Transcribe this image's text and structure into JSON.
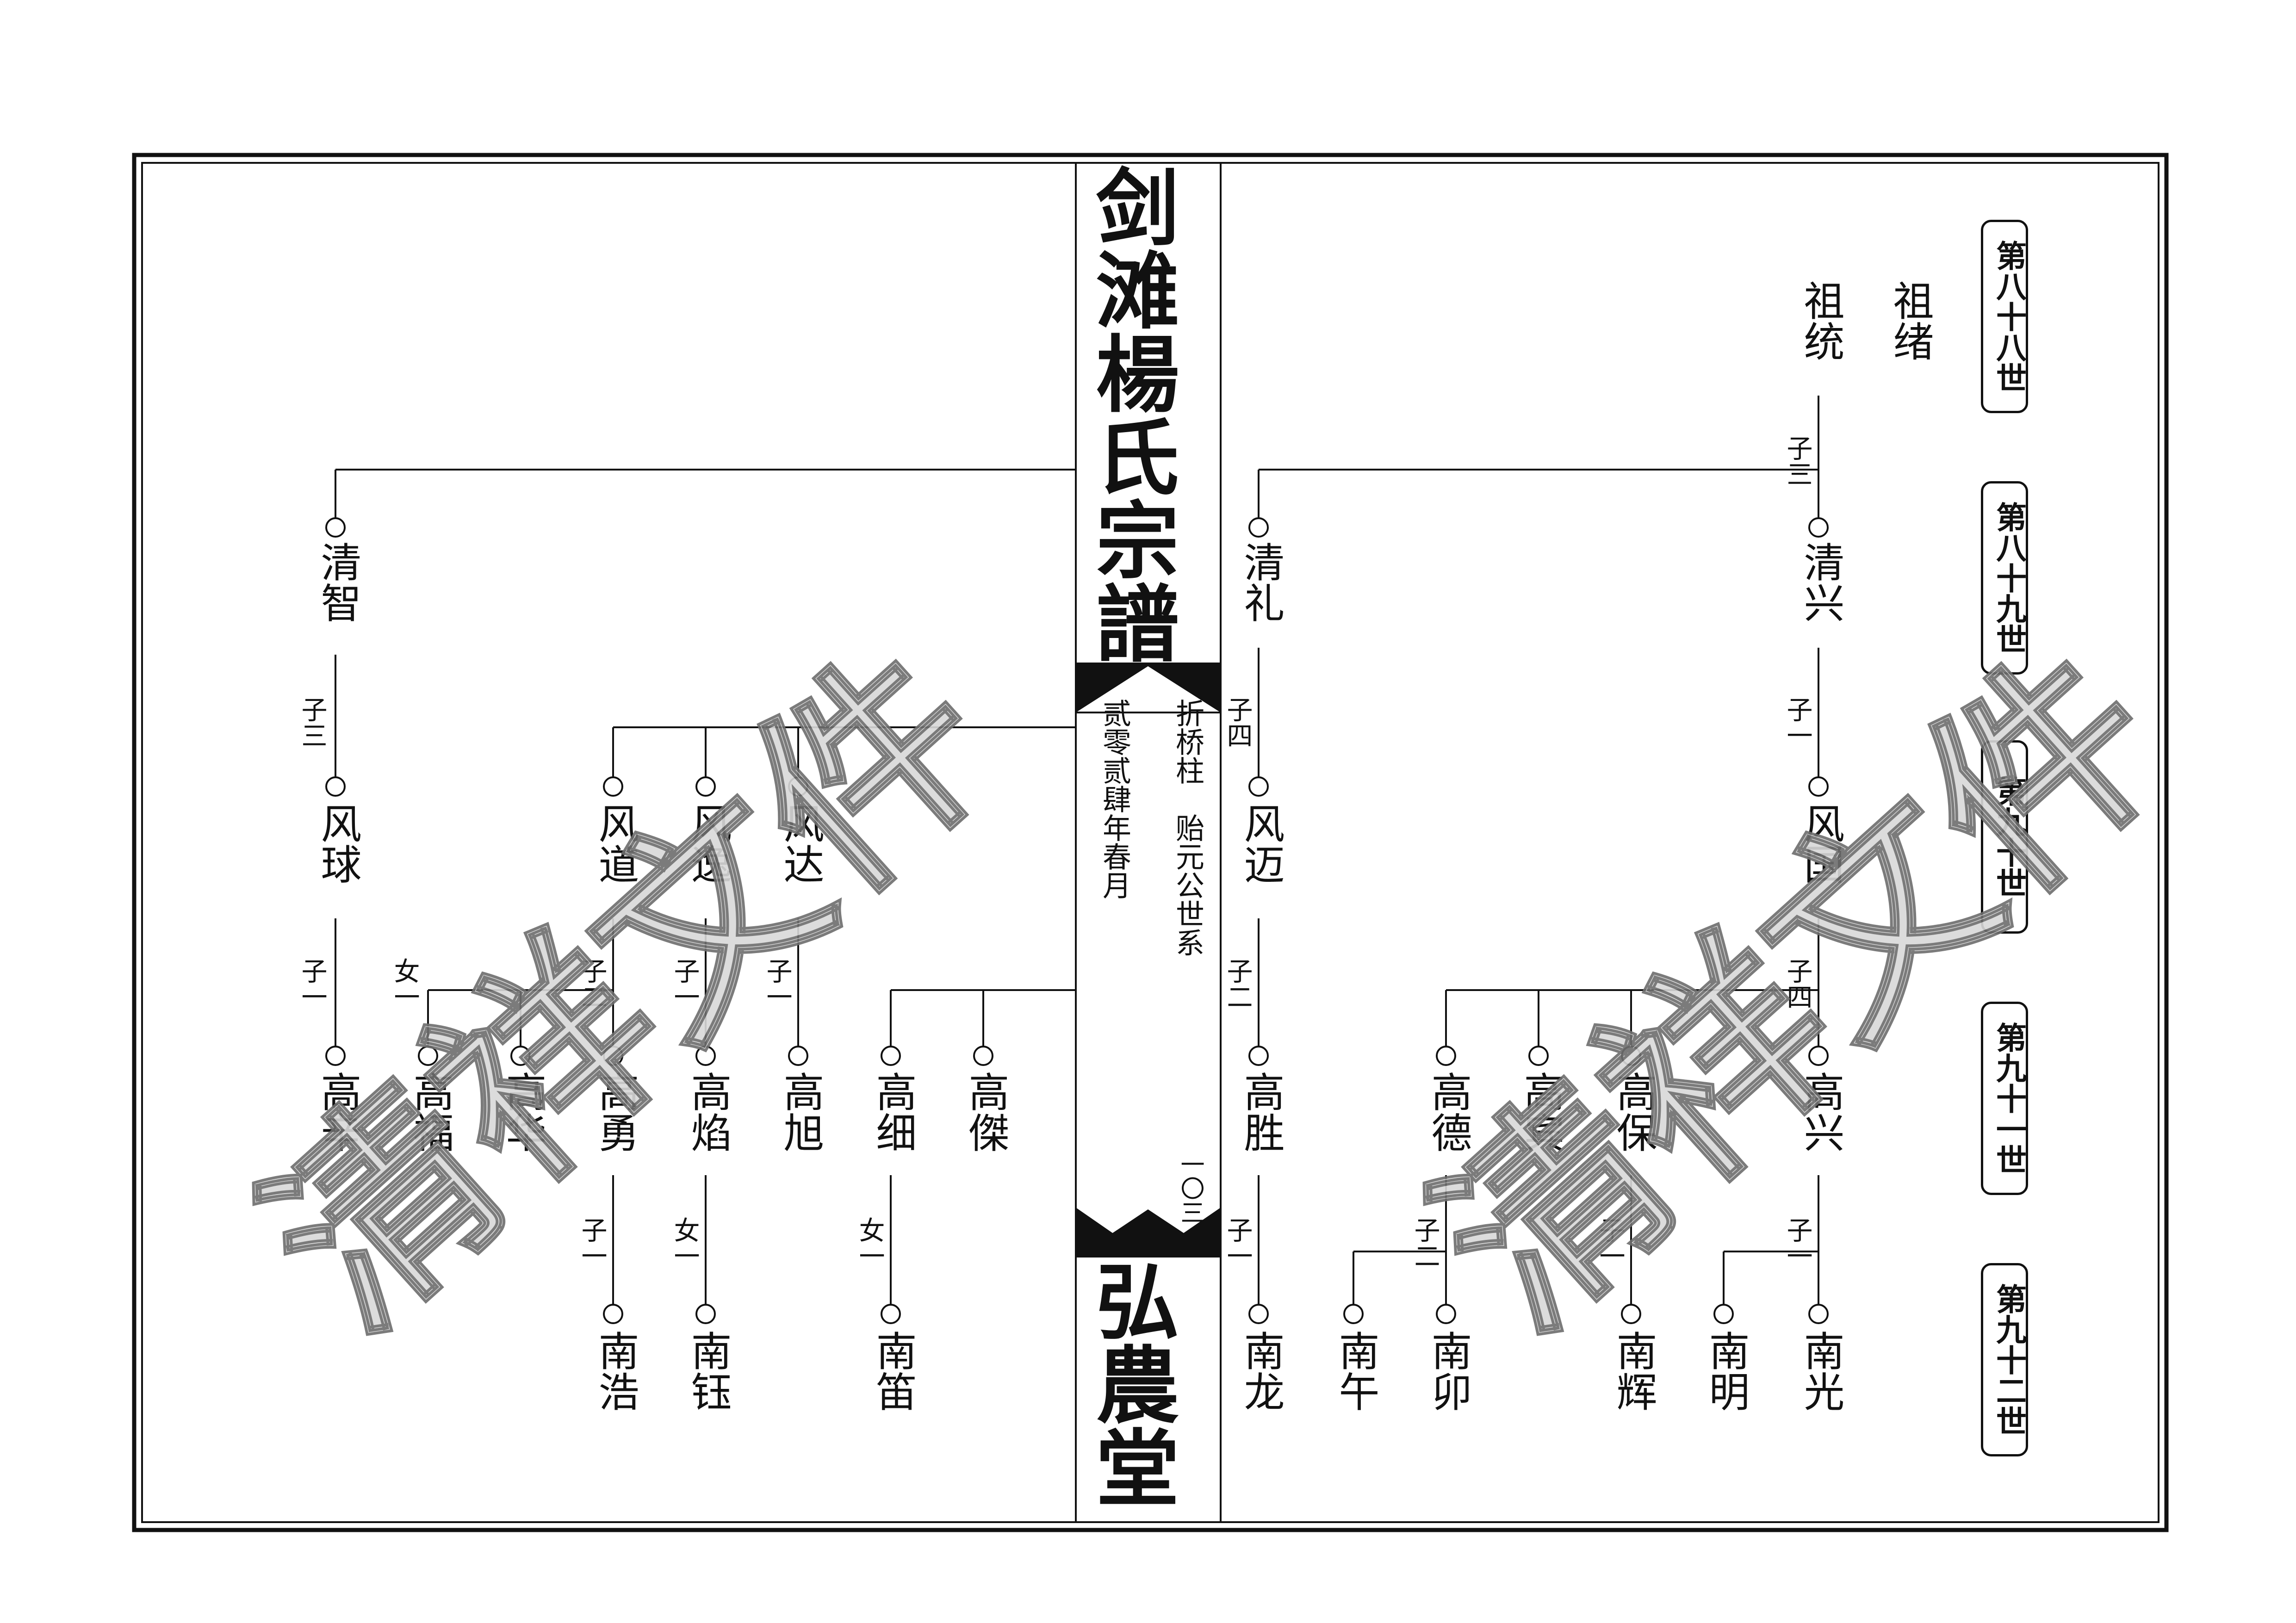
{
  "header": {
    "title": "剑滩楊氏宗譜",
    "hall": "弘農堂",
    "lineage": "折桥柱　贻元公世系",
    "date": "贰零贰肆年春月",
    "page_number": "一〇三"
  },
  "watermark": {
    "text": "清祥文件"
  },
  "generations": [
    "第八十八世",
    "第八十九世",
    "第九十世",
    "第九十一世",
    "第九十二世"
  ],
  "tree": {
    "ancestors": [
      "祖绪",
      "祖统"
    ],
    "gen89": [
      "清兴",
      "清礼",
      "清智"
    ],
    "gen90": [
      "风国",
      "风迈",
      "风达",
      "风逸",
      "风道",
      "风球"
    ],
    "gen91": [
      "高兴",
      "高保",
      "高宾",
      "高德",
      "高胜",
      "高傑",
      "高细",
      "高旭",
      "高焰",
      "高勇",
      "高华",
      "高福",
      "高辛"
    ],
    "gen92": [
      "南光",
      "南明",
      "南辉",
      "南卯",
      "南午",
      "南龙",
      "南笛",
      "南钰",
      "南浩"
    ],
    "labels": [
      "子三",
      "子一",
      "子四",
      "子三",
      "子四",
      "子二",
      "子一",
      "子二",
      "子一",
      "子一",
      "子一",
      "子二",
      "女一",
      "子一",
      "子一",
      "子二",
      "女一",
      "女一",
      "子一"
    ]
  }
}
